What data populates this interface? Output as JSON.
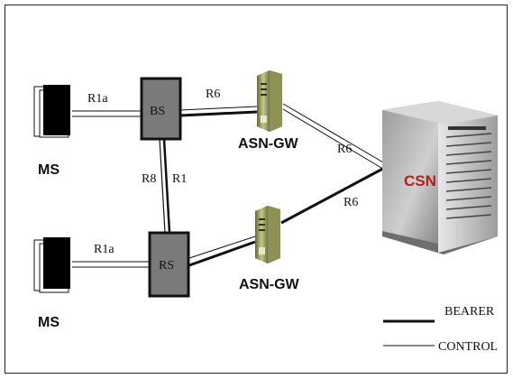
{
  "nodes": {
    "bs": "BS",
    "rs": "RS",
    "asn_gw_top": "ASN-GW",
    "asn_gw_bottom": "ASN-GW",
    "csn": "CSN",
    "ms_top": "MS",
    "ms_bottom": "MS"
  },
  "links": {
    "r1a_top": "R1a",
    "r1a_bottom": "R1a",
    "r6_bs_asn": "R6",
    "r6_asn_csn": "R6",
    "r6_rs_asn_csn": "R6",
    "r8": "R8",
    "r1": "R1"
  },
  "legend": {
    "bearer": "BEARER",
    "control": "CONTROL"
  }
}
